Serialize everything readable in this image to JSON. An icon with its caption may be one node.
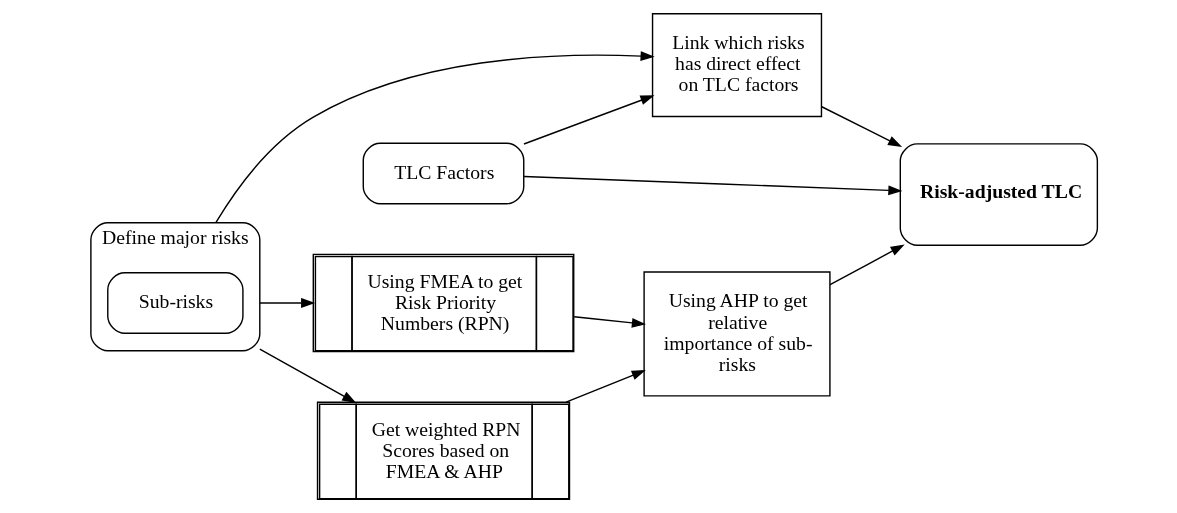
{
  "diagram": {
    "nodes": [
      {
        "text": [
          "TLC Factors"
        ]
      },
      {
        "text": [
          "Link which risks has direct effect on TLC factors"
        ]
      },
      {
        "text": [
          "Risk-adjusted TLC"
        ]
      },
      {
        "text": [
          "Define major risks"
        ]
      },
      {
        "text": [
          "Sub-risks"
        ],
        "in": 3
      },
      {
        "text": [
          "Using FMEA to get Risk Priority Numbers (RPN)"
        ]
      },
      {
        "text": [
          "Get weighted RPN Scores based on FMEA & AHP"
        ]
      },
      {
        "text": [
          "Using AHP to get relative importance of sub-risks"
        ]
      }
    ],
    "edges": [
      {
        "from": 0,
        "to": 2,
        "arrow": "to"
      },
      {
        "from": 0,
        "to": 1,
        "arrow": "to"
      },
      {
        "from": 3,
        "to": 1,
        "arrow": "to"
      },
      {
        "from": 1,
        "to": 2,
        "arrow": "to"
      },
      {
        "from": 3,
        "to": 5,
        "arrow": "to"
      },
      {
        "from": 3,
        "to": 6,
        "arrow": "to"
      },
      {
        "from": 5,
        "to": 7,
        "arrow": "to"
      },
      {
        "from": 6,
        "to": 7,
        "arrow": "to"
      },
      {
        "from": 7,
        "to": 2,
        "arrow": "to"
      }
    ]
  }
}
